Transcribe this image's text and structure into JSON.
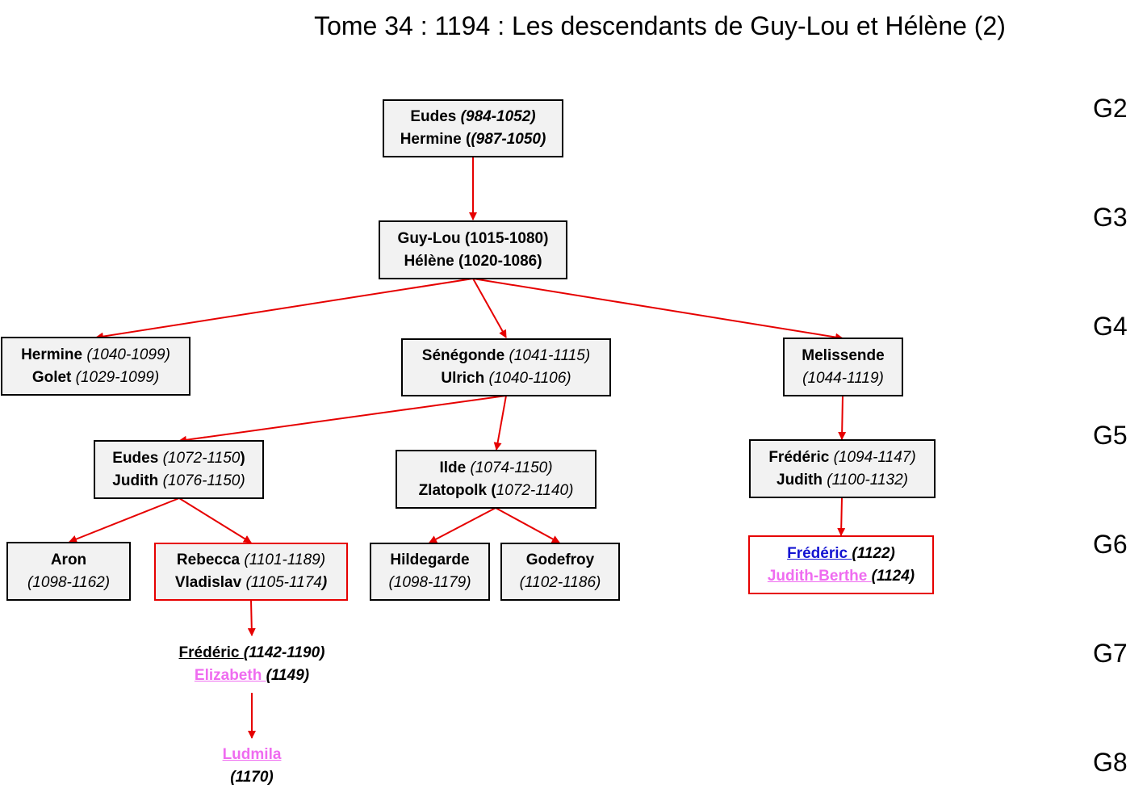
{
  "title": "Tome 34 : 1194 : Les descendants de Guy-Lou et Hélène (2)",
  "generations": [
    "G2",
    "G3",
    "G4",
    "G5",
    "G6",
    "G7",
    "G8"
  ],
  "colors": {
    "arrow": "#e60000",
    "box_border_red": "#e60000",
    "pink": "#ef6cf0",
    "blue": "#1414d2"
  },
  "nodes": {
    "eudes_hermine": {
      "l1_name": "Eudes",
      "l1_date": "(984-1052)",
      "l2_name": "Hermine",
      "l2_date": "(987-1050)"
    },
    "guylou_helene": {
      "l1": "Guy-Lou (1015-1080)",
      "l2": "Hélène (1020-1086)"
    },
    "hermine_golet": {
      "l1_name": "Hermine",
      "l1_date": "(1040-1099)",
      "l2_name": "Golet",
      "l2_date": "(1029-1099)"
    },
    "senegonde_ulrich": {
      "l1_name": "Sénégonde",
      "l1_date": "(1041-1115)",
      "l2_name": "Ulrich",
      "l2_date": "(1040-1106)"
    },
    "melissende": {
      "l1_name": "Melissende",
      "l2_date": "(1044-1119)"
    },
    "eudes_judith": {
      "l1_name": "Eudes",
      "l1_date": "(1072-1150",
      "l1_close": ")",
      "l2_name": "Judith",
      "l2_date": "(1076-1150)"
    },
    "ilde_zlatopolk": {
      "l1_name": "Ilde",
      "l1_date": "(1074-1150)",
      "l2_name": "Zlatopolk",
      "l2_open": "(",
      "l2_date": "1072-1140)"
    },
    "frederic_judith": {
      "l1_name": "Frédéric",
      "l1_date": "(1094-1147)",
      "l2_name": "Judith",
      "l2_date": "(1100-1132)"
    },
    "aron": {
      "l1_name": "Aron",
      "l2_date": "(1098-1162)"
    },
    "rebecca_vladislav": {
      "l1_name": "Rebecca",
      "l1_date": "(1101-1189)",
      "l2_name": "Vladislav",
      "l2_date": "(1105-1174",
      "l2_close": ")"
    },
    "hildegarde": {
      "l1_name": "Hildegarde",
      "l2_date": "(1098-1179)"
    },
    "godefroy": {
      "l1_name": "Godefroy",
      "l2_date": "(1102-1186)"
    },
    "frederic_judithberthe": {
      "l1_name": "Frédéric ",
      "l1_date": "(1122)",
      "l2_name": "Judith-Berthe ",
      "l2_date": "(1124)"
    },
    "frederic_elizabeth": {
      "l1_name": "Frédéric ",
      "l1_date": "(1142-1190)",
      "l2_name": "Elizabeth ",
      "l2_date": "(1149)"
    },
    "ludmila": {
      "l1_name": "Ludmila",
      "l2_date": "(1170)"
    }
  }
}
